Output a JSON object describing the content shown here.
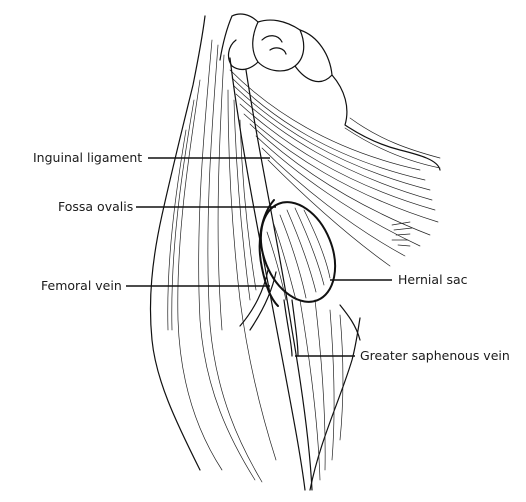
{
  "labels": {
    "inguinal_ligament": "Inguinal ligament",
    "fossa_ovalis": "Fossa ovalis",
    "femoral_vein": "Femoral vein",
    "hernial_sac": "Hernial sac",
    "greater_saphenous_vein": "Greater saphenous vein"
  }
}
